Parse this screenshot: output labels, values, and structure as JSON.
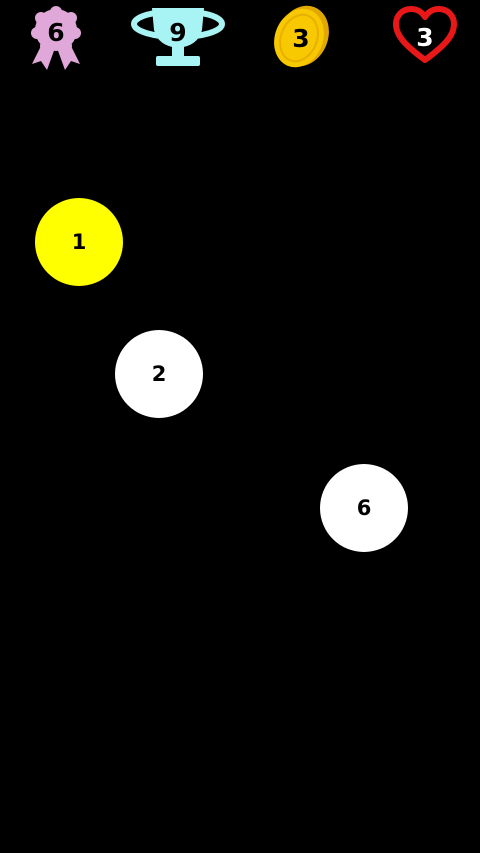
{
  "hud": {
    "rank": {
      "value": "6",
      "icon": "rosette-badge-icon",
      "color": "#e0a8d8"
    },
    "trophy": {
      "value": "9",
      "icon": "trophy-icon",
      "color": "#a8f4f4"
    },
    "coins": {
      "value": "3",
      "icon": "coin-icon",
      "color": "#f8c800"
    },
    "lives": {
      "value": "3",
      "icon": "heart-icon",
      "color": "#e81818"
    }
  },
  "balls": [
    {
      "label": "1",
      "color": "#ffff00"
    },
    {
      "label": "2",
      "color": "#ffffff"
    },
    {
      "label": "6",
      "color": "#ffffff"
    }
  ]
}
